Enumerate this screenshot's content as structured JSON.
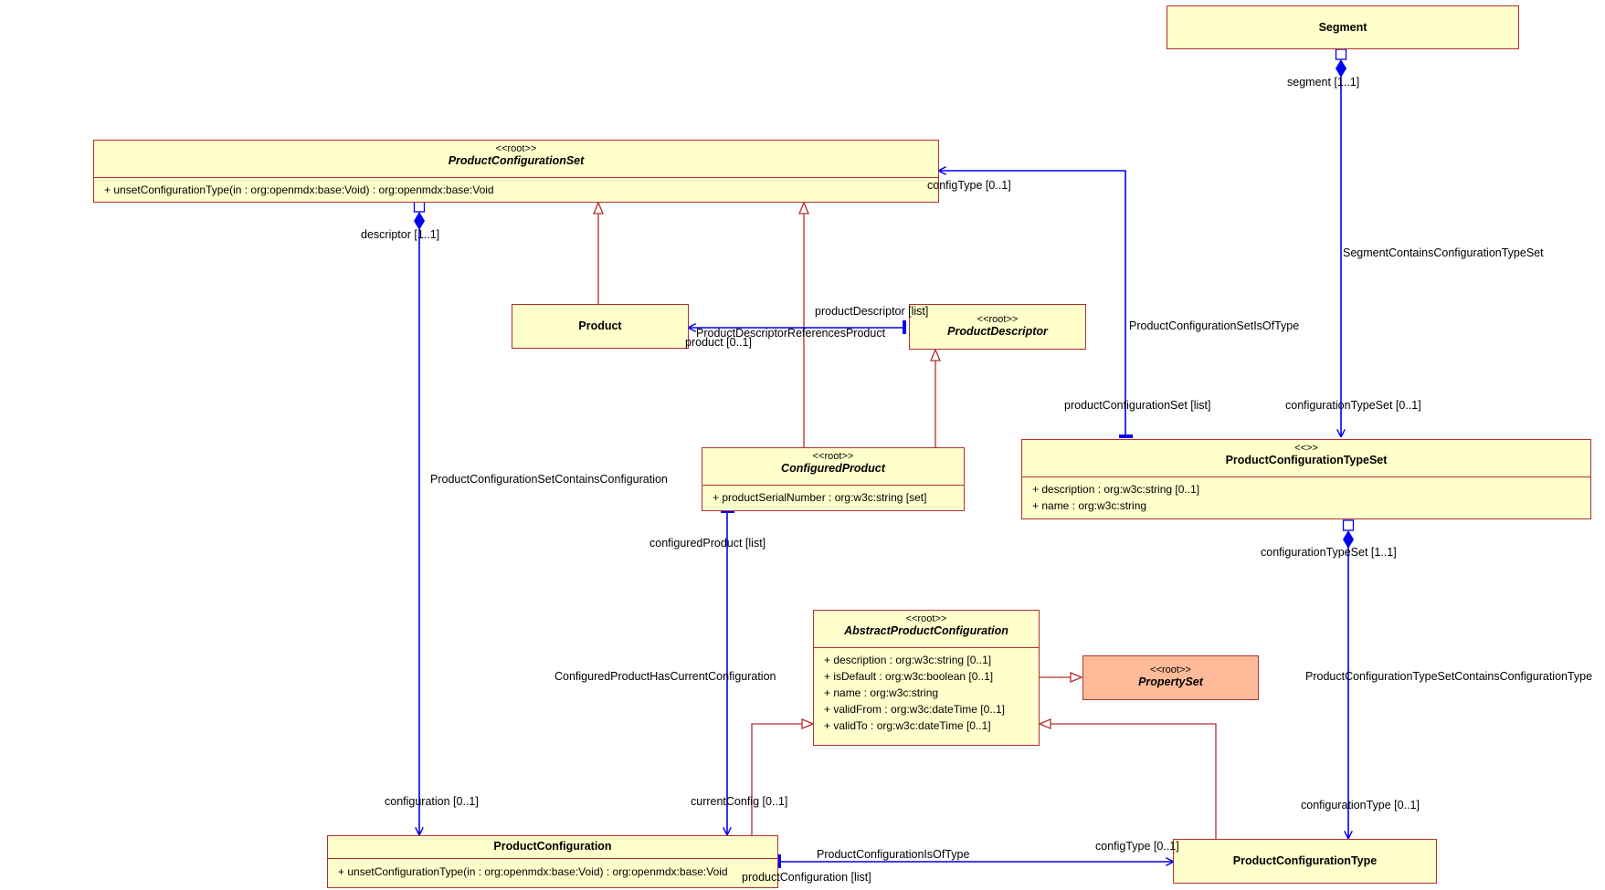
{
  "classes": {
    "segment": {
      "name": "Segment"
    },
    "product_configuration_set": {
      "stereotype": "<<root>>",
      "name": "ProductConfigurationSet",
      "attributes": [
        "+ unsetConfigurationType(in : org:openmdx:base:Void) : org:openmdx:base:Void"
      ]
    },
    "product": {
      "name": "Product"
    },
    "product_descriptor": {
      "stereotype": "<<root>>",
      "name": "ProductDescriptor"
    },
    "configured_product": {
      "stereotype": "<<root>>",
      "name": "ConfiguredProduct",
      "attributes": [
        "+ productSerialNumber : org:w3c:string [set]"
      ]
    },
    "product_configuration_type_set": {
      "stereotype": "<<>>",
      "name": "ProductConfigurationTypeSet",
      "attributes": [
        "+ description : org:w3c:string [0..1]",
        "+ name : org:w3c:string"
      ]
    },
    "abstract_product_configuration": {
      "stereotype": "<<root>>",
      "name": "AbstractProductConfiguration",
      "attributes": [
        "+ description : org:w3c:string [0..1]",
        "+ isDefault : org:w3c:boolean [0..1]",
        "+ name : org:w3c:string",
        "+ validFrom : org:w3c:dateTime [0..1]",
        "+ validTo : org:w3c:dateTime [0..1]"
      ]
    },
    "property_set": {
      "stereotype": "<<root>>",
      "name": "PropertySet"
    },
    "product_configuration": {
      "name": "ProductConfiguration",
      "attributes": [
        "+ unsetConfigurationType(in : org:openmdx:base:Void) : org:openmdx:base:Void"
      ]
    },
    "product_configuration_type": {
      "name": "ProductConfigurationType"
    }
  },
  "labels": {
    "segment_role": "segment [1..1]",
    "segment_assoc": "SegmentContainsConfigurationTypeSet",
    "config_type_set_role": "configurationTypeSet [0..1]",
    "config_type_role_top": "configType [0..1]",
    "pcs_is_of_type": "ProductConfigurationSetIsOfType",
    "pcs_role": "productConfigurationSet [list]",
    "descriptor_role": "descriptor [1..1]",
    "pcs_contains_config": "ProductConfigurationSetContainsConfiguration",
    "configuration_role": "configuration [0..1]",
    "product_descriptor_role": "productDescriptor [list]",
    "pd_references_product": "ProductDescriptorReferencesProduct",
    "product_role": "product [0..1]",
    "configured_product_role": "configuredProduct [list]",
    "cp_has_current_config": "ConfiguredProductHasCurrentConfiguration",
    "current_config_role": "currentConfig [0..1]",
    "pc_is_of_type": "ProductConfigurationIsOfType",
    "config_type_role_bottom": "configType [0..1]",
    "product_configuration_role": "productConfiguration [list]",
    "config_type_set_role_2": "configurationTypeSet [1..1]",
    "pcts_contains_config_type": "ProductConfigurationTypeSetContainsConfigurationType",
    "configuration_type_role": "configurationType [0..1]"
  },
  "colors": {
    "association": "#0000ee",
    "generalization": "#b03030",
    "class_fill": "#ffffcc",
    "class_border": "#b03030",
    "external_class_fill": "#ffbb99"
  }
}
